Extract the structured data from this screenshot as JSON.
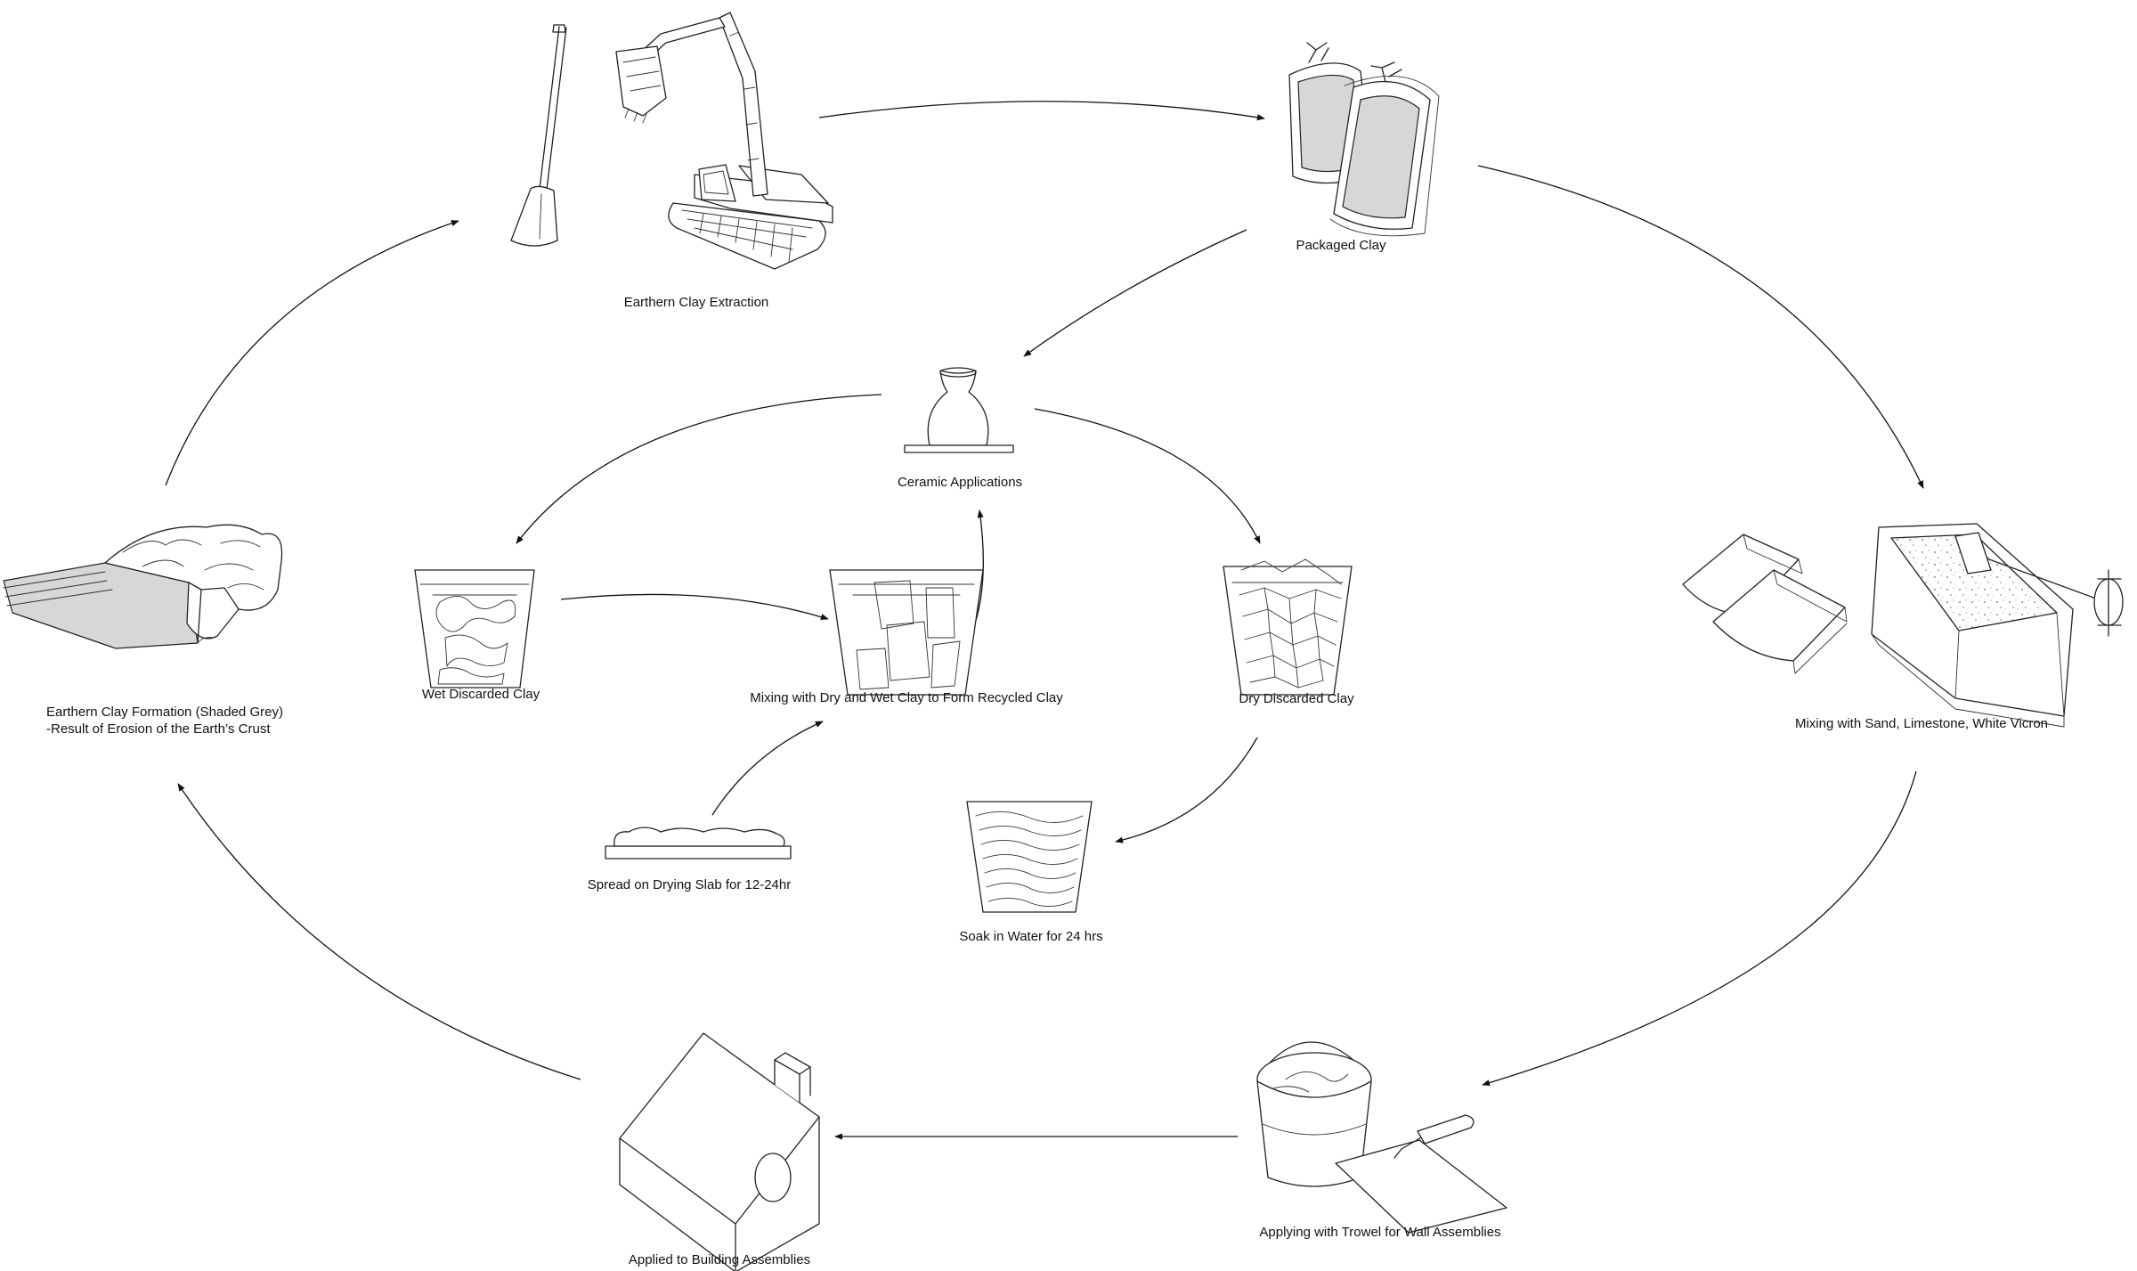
{
  "nodes": {
    "extraction": "Earthern Clay Extraction",
    "packaged": "Packaged Clay",
    "mixing_sand": "Mixing with Sand, Limestone, White Vicron",
    "trowel": "Applying with Trowel for Wall Assemblies",
    "building": "Applied to Building Assemblies",
    "formation_line1": "Earthern Clay Formation (Shaded Grey)",
    "formation_line2": "-Result of Erosion of the Earth’s Crust",
    "ceramic": "Ceramic Applications",
    "wet": "Wet Discarded Clay",
    "mixing_recycled": "Mixing with Dry and Wet Clay to Form Recycled Clay",
    "dry": "Dry Discarded Clay",
    "soak": "Soak in Water for 24 hrs",
    "spread": "Spread on Drying Slab for 12-24hr"
  },
  "icons": [
    "shovel-icon",
    "excavator-icon",
    "clay-bags-icon",
    "clay-blocks-icon",
    "mixing-tub-icon",
    "bucket-trowel-icon",
    "house-icon",
    "earth-crust-icon",
    "vase-icon",
    "wet-clay-bin-icon",
    "recycled-clay-bin-icon",
    "dry-clay-bin-icon",
    "soak-bin-icon",
    "drying-slab-icon"
  ]
}
